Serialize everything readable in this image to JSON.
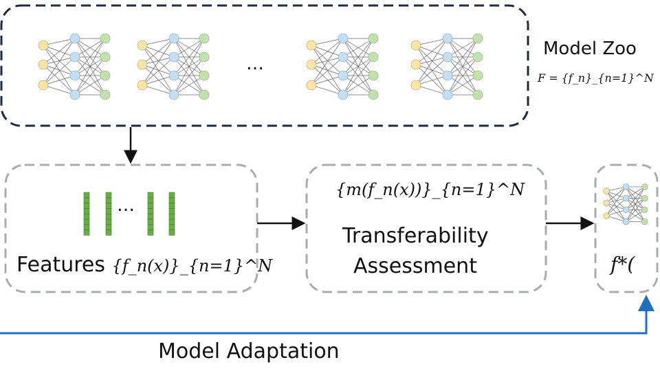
{
  "model_zoo": {
    "title": "Model Zoo",
    "formula": "F = {f_n}_{n=1}^N",
    "ellipsis": "…",
    "net_count": 4
  },
  "features": {
    "label": "Features",
    "formula": "{f_n(x)}_{n=1}^N",
    "ellipsis": "…"
  },
  "assessment": {
    "formula": "{m(f_n(x))}_{n=1}^N",
    "line1": "Transferability",
    "line2": "Assessment"
  },
  "selected": {
    "formula": "f*("
  },
  "adaptation": {
    "label": "Model Adaptation"
  },
  "colors": {
    "input": "#fbe5a0",
    "hidden": "#bfe0f6",
    "output": "#bfe3a8",
    "feature": "#6aad45",
    "zoo_border": "#1c2a3a",
    "box_border": "#a8acae",
    "adapt_arrow": "#1f6fc0"
  }
}
